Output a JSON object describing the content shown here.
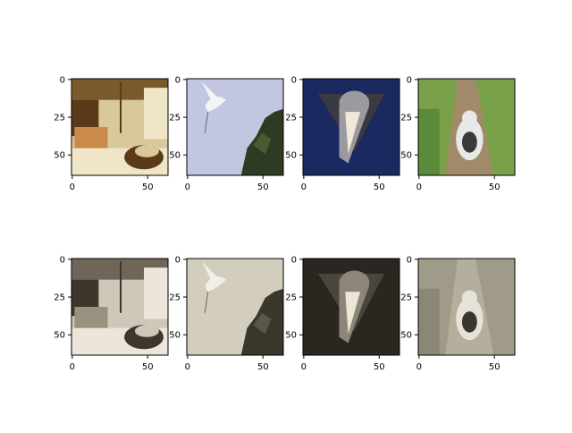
{
  "chart_data": {
    "type": "image_grid",
    "rows": 2,
    "cols": 4,
    "image_size": [
      64,
      64
    ],
    "x_ticks": [
      0,
      50
    ],
    "y_ticks": [
      0,
      25,
      50
    ],
    "panels": [
      {
        "row": 0,
        "col": 0,
        "subject": "living room with armchair and window",
        "tone": "color",
        "palette": [
          "#7a5a2c",
          "#d8c89a",
          "#efe6c8",
          "#5b3a1a",
          "#c98a4a"
        ]
      },
      {
        "row": 0,
        "col": 1,
        "subject": "white egret flying above tree",
        "tone": "color",
        "palette": [
          "#b4b8d8",
          "#c2c6e0",
          "#2f3a22",
          "#f4f4f4",
          "#4a5a30"
        ]
      },
      {
        "row": 0,
        "col": 2,
        "subject": "bird in triangular frame",
        "tone": "color",
        "palette": [
          "#d2c090",
          "#1a2a60",
          "#9a9aa0",
          "#f0e8d8",
          "#3a3a40"
        ]
      },
      {
        "row": 0,
        "col": 3,
        "subject": "fluffy dog on grassy path",
        "tone": "color",
        "palette": [
          "#7aa04a",
          "#5a8a3a",
          "#a08a6a",
          "#e8e8e8",
          "#3a3a3a"
        ]
      },
      {
        "row": 1,
        "col": 0,
        "subject": "living room with armchair and window",
        "tone": "sepia",
        "palette": [
          "#6e6658",
          "#cfc8b8",
          "#ece6da",
          "#3c362c",
          "#9a9080"
        ]
      },
      {
        "row": 1,
        "col": 1,
        "subject": "white egret flying above tree",
        "tone": "sepia",
        "palette": [
          "#d6d2c4",
          "#d2cdbd",
          "#3a362c",
          "#f2efe8",
          "#5a5648"
        ]
      },
      {
        "row": 1,
        "col": 2,
        "subject": "bird in triangular frame",
        "tone": "sepia",
        "palette": [
          "#c8c0ac",
          "#2a2620",
          "#8c8678",
          "#ece6d8",
          "#4a463c"
        ]
      },
      {
        "row": 1,
        "col": 3,
        "subject": "fluffy dog on dirt path",
        "tone": "sepia",
        "palette": [
          "#a09a88",
          "#8c8674",
          "#b4ae9c",
          "#e6e2d8",
          "#3a3630"
        ]
      }
    ]
  }
}
